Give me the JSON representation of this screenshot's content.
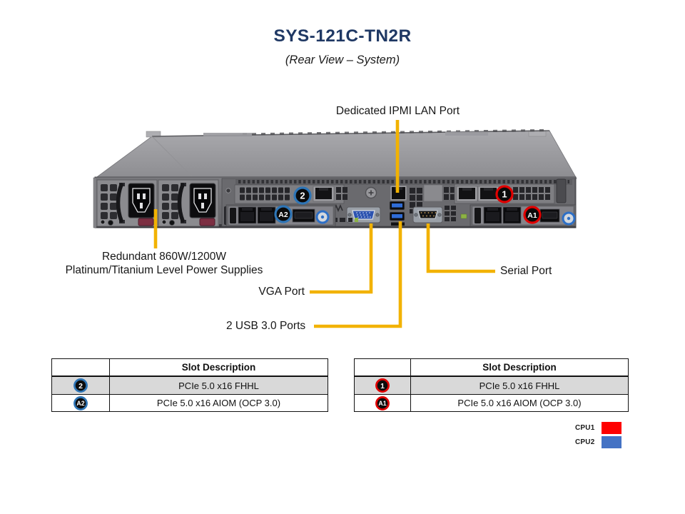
{
  "title": "SYS-121C-TN2R",
  "subtitle": "(Rear View – System)",
  "callouts": {
    "ipmi": "Dedicated IPMI LAN Port",
    "psu_line1": "Redundant 860W/1200W",
    "psu_line2": "Platinum/Titanium Level Power Supplies",
    "vga": "VGA Port",
    "serial": "Serial Port",
    "usb": "2 USB 3.0 Ports"
  },
  "badges": {
    "slot2": "2",
    "slotA2": "A2",
    "slot1": "1",
    "slotA1": "A1"
  },
  "tables": {
    "left": {
      "header": "Slot Description",
      "rows": [
        {
          "badge": "2",
          "desc": "PCIe 5.0 x16 FHHL"
        },
        {
          "badge": "A2",
          "desc": "PCIe 5.0 x16 AIOM (OCP 3.0)"
        }
      ]
    },
    "right": {
      "header": "Slot Description",
      "rows": [
        {
          "badge": "1",
          "desc": "PCIe 5.0 x16 FHHL"
        },
        {
          "badge": "A1",
          "desc": "PCIe 5.0 x16 AIOM (OCP 3.0)"
        }
      ]
    }
  },
  "legend": [
    {
      "label": "CPU1",
      "color": "#FE0000"
    },
    {
      "label": "CPU2",
      "color": "#4472C4"
    }
  ],
  "colors": {
    "title": "#1F3864",
    "callout_line": "#F2B200",
    "badge_blue": "#2E75B6",
    "badge_red": "#E00000",
    "row_alt": "#D9D9D9"
  }
}
